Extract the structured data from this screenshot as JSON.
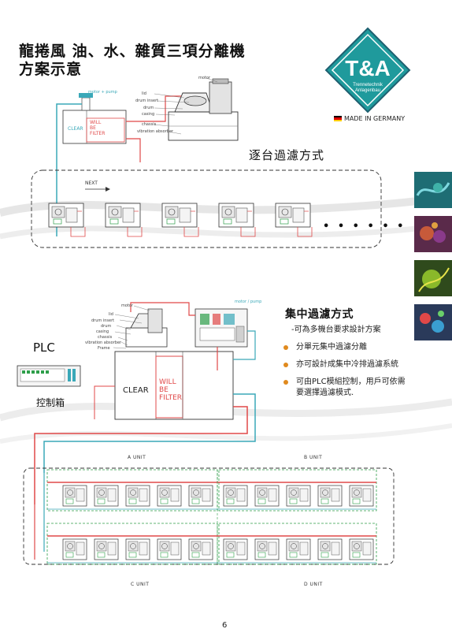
{
  "title": {
    "line1": "龍捲風 油、水、雜質三項分離機",
    "line2": "方案示意"
  },
  "logo": {
    "brand": "T&A",
    "sub1": "Trennetechnik",
    "sub2": "Anlagenbau",
    "made_in": "MADE IN GERMANY",
    "colors": {
      "teal": "#1f9a9c",
      "dark": "#1e5f70"
    }
  },
  "individual": {
    "heading": "逐台過濾方式",
    "next": "NEXT",
    "motor_pump": "motor + pump",
    "clear": "CLEAR",
    "will_be_filter": [
      "WILL",
      "BE",
      "FILTER"
    ],
    "labels": [
      "lid",
      "drum insert",
      "drum",
      "casing",
      "chassis",
      "vibration absorber"
    ],
    "motor": "motor",
    "ellipsis": "• • • • • •"
  },
  "central": {
    "heading": "集中過濾方式",
    "subtitle": "-可為多機台要求設計方案",
    "bullets": [
      "分單元集中過濾分離",
      "亦可設計成集中冷排過濾系統",
      "可由PLC模組控制，用戶可依需"
    ],
    "bullet_continuation": "要選擇過濾模式.",
    "plc": "PLC",
    "control_box": "控制箱",
    "motor_pump": "motor / pump",
    "clear": "CLEAR",
    "will_be_filter": [
      "WILL",
      "BE",
      "FILTER"
    ],
    "labels": [
      "lid",
      "motor",
      "drum insert",
      "drum",
      "casing",
      "chassis",
      "vibration absorber",
      "Frame"
    ],
    "units": [
      "A UNIT",
      "B UNIT",
      "C UNIT",
      "D UNIT"
    ]
  },
  "accent_colors": {
    "red": "#e04848",
    "teal": "#3aa8b8",
    "green": "#2e9e4a",
    "orange": "#e08a1e"
  },
  "page_number": "6"
}
